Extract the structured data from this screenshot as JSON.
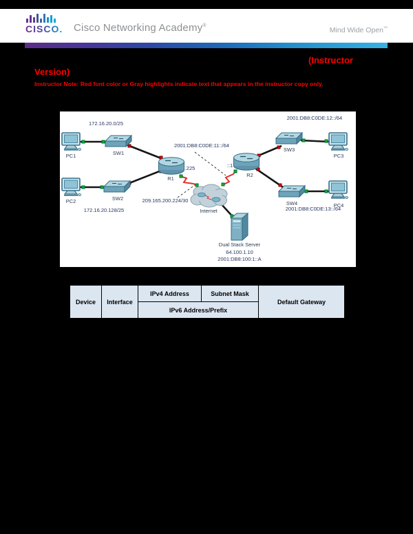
{
  "header": {
    "logo_text": "CISCO.",
    "brand": "Cisco Networking Academy",
    "brand_mark": "®",
    "tagline": "Mind Wide Open",
    "tagline_mark": "™"
  },
  "title": {
    "fragment_line1": "(Instructor",
    "fragment_line2": "Version)",
    "note": "Instructor Note: Red font color or Gray highlights indicate text that appears in the instructor copy only."
  },
  "topology": {
    "devices": {
      "pc1": "PC1",
      "sw1": "SW1",
      "pc2": "PC2",
      "sw2": "SW2",
      "r1": "R1",
      "r2": "R2",
      "internet": "Internet",
      "sw3": "SW3",
      "pc3": "PC3",
      "sw4": "SW4",
      "pc4": "PC4",
      "server_name": "Dual Stack Server",
      "server_ipv4": "64.100.1.10",
      "server_ipv6": "2001:DB8:100:1::A"
    },
    "labels": {
      "lan1_ipv4": "172.16.20.0/25",
      "lan2_ipv4": "172.16.20.128/25",
      "wan_ipv4": "209.165.200.224/30",
      "wan_ipv6": "2001:DB8:C0DE:11::/64",
      "lan3_ipv6": "2001:DB8:C0DE:12::/64",
      "lan4_ipv6": "2001:DB8:C0DE:13::/64",
      "r1_serial_suffix": ".225",
      "r2_serial_suffix": "::1"
    }
  },
  "addressing_table": {
    "device": "Device",
    "interface": "Interface",
    "ipv4": "IPv4 Address",
    "subnet": "Subnet Mask",
    "ipv6": "IPv6 Address/Prefix",
    "gateway": "Default Gateway"
  },
  "colors": {
    "accent_red": "#fe0000",
    "table_header_bg": "#dce6f1",
    "link_up_green": "#00c000",
    "link_down_red": "#e00000",
    "cloud_port_orange": "#e8a33d",
    "serial_link_red": "#e03030",
    "brand_gradient_start": "#6d2b90",
    "brand_gradient_end": "#0aa3d8"
  }
}
